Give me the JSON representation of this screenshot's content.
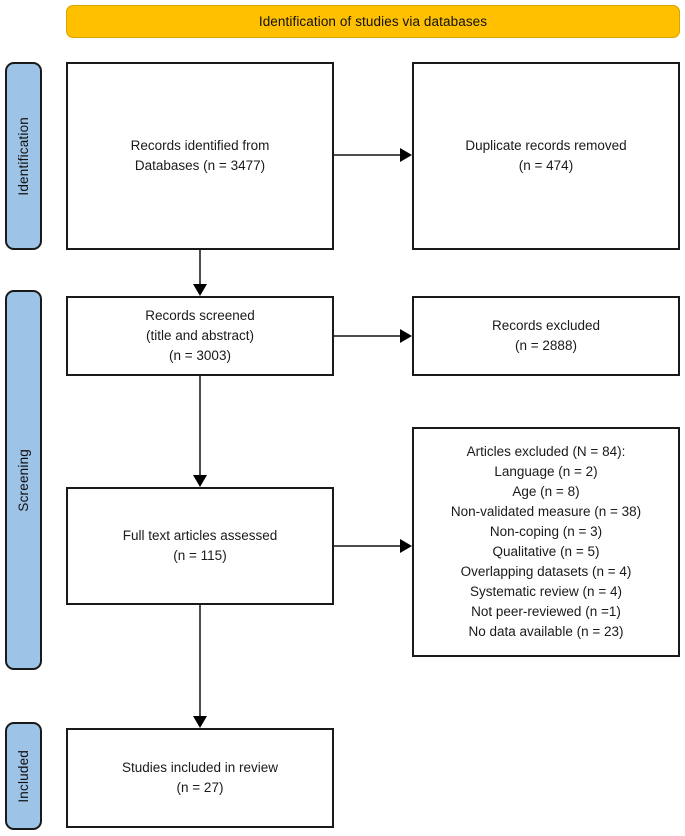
{
  "banner": {
    "title": "Identification of studies via databases",
    "fill_color": "#FFC000"
  },
  "stages": {
    "fill_color": "#9DC3E6",
    "identification": "Identification",
    "screening": "Screening",
    "included": "Included"
  },
  "boxes": {
    "records_identified": {
      "line1": "Records identified from",
      "line2": "Databases (n = 3477)"
    },
    "duplicates_removed": {
      "line1": "Duplicate records removed",
      "line2": "(n = 474)"
    },
    "records_screened": {
      "line1": "Records screened",
      "line2": "(title and abstract)",
      "line3": "(n = 3003)"
    },
    "records_excluded": {
      "line1": "Records excluded",
      "line2": "(n = 2888)"
    },
    "fulltext_assessed": {
      "line1": "Full text articles assessed",
      "line2": "(n = 115)"
    },
    "articles_excluded": {
      "line1": "Articles excluded (N = 84):",
      "line2": "Language (n = 2)",
      "line3": "Age (n = 8)",
      "line4": "Non-validated measure (n = 38)",
      "line5": "Non-coping (n = 3)",
      "line6": "Qualitative (n = 5)",
      "line7": "Overlapping datasets (n = 4)",
      "line8": "Systematic review (n = 4)",
      "line9": "Not peer-reviewed (n =1)",
      "line10": "No data available (n = 23)"
    },
    "studies_included": {
      "line1": "Studies included in review",
      "line2": "(n = 27)"
    }
  },
  "flow_data": {
    "type": "prisma-flow",
    "records_identified_databases": 3477,
    "duplicate_records_removed": 474,
    "records_screened": 3003,
    "records_excluded": 2888,
    "fulltext_articles_assessed": 115,
    "articles_excluded_total": 84,
    "exclusion_reasons": [
      {
        "reason": "Language",
        "n": 2
      },
      {
        "reason": "Age",
        "n": 8
      },
      {
        "reason": "Non-validated measure",
        "n": 38
      },
      {
        "reason": "Non-coping",
        "n": 3
      },
      {
        "reason": "Qualitative",
        "n": 5
      },
      {
        "reason": "Overlapping datasets",
        "n": 4
      },
      {
        "reason": "Systematic review",
        "n": 4
      },
      {
        "reason": "Not peer-reviewed",
        "n": 1
      },
      {
        "reason": "No data available",
        "n": 23
      }
    ],
    "studies_included_in_review": 27
  }
}
